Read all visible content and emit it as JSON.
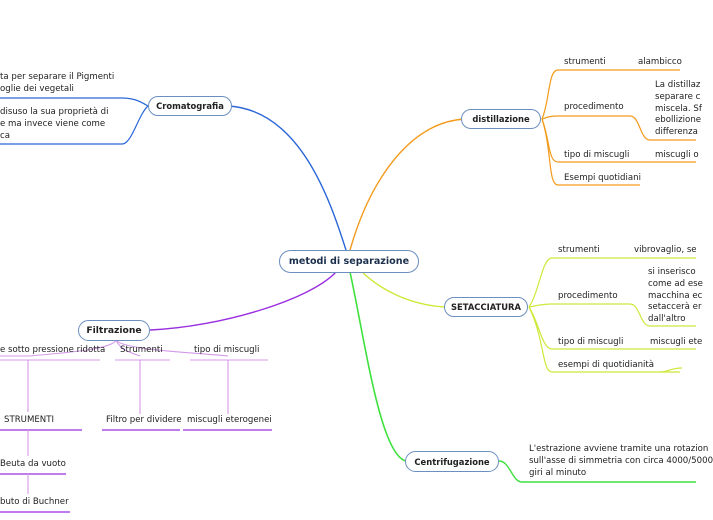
{
  "central": "metodi di separazione",
  "cromatografia": {
    "title": "Cromatografia",
    "items": [
      [
        "ta per separare il Pigmenti",
        "oglie dei vegetali"
      ],
      [
        "disuso la sua proprietà di",
        "e ma invece viene come",
        "ca"
      ]
    ]
  },
  "distillazione": {
    "title": "distillazione",
    "strumenti": "strumenti",
    "alambicco": "alambicco",
    "procedimento": "procedimento",
    "proc_text": [
      "La distillaz",
      "separare c",
      "miscela. Sf",
      "ebollizione",
      "differenza"
    ],
    "tipo": "tipo di miscugli",
    "tipo_val": "miscugli o",
    "esempi": "Esempi quotidiani"
  },
  "setacciatura": {
    "title": "SETACCIATURA",
    "strumenti": "strumenti",
    "strumenti_val": "vibrovaglio, se",
    "procedimento": "procedimento",
    "proc_text": [
      "si inserisco",
      "come ad ese",
      "macchina ec",
      "setaccerà er",
      "dall'altro"
    ],
    "tipo": "tipo di miscugli",
    "tipo_val": "miscugli ete",
    "esempi": "esempi di quotidianità"
  },
  "centrifugazione": {
    "title": "Centrifugazione",
    "text": [
      "L'estrazione avviene tramite una rotazion",
      "sull'asse di simmetria con circa 4000/5000",
      "giri al minuto"
    ]
  },
  "filtrazione": {
    "title": "Filtrazione",
    "c1": "e sotto pressione ridotta",
    "c1_sub": "STRUMENTI",
    "c1_items": [
      "Beuta da vuoto",
      "buto di Buchner"
    ],
    "c2": "Strumenti",
    "c2_val": "Filtro per dividere",
    "c3": "tipo di miscugli",
    "c3_val": "miscugli eterogenei"
  },
  "colors": {
    "central_border": "#6c8fbf",
    "blue_branch": "#2a66d8",
    "orange_branch": "#f39a1b",
    "lime_branch": "#cfe83a",
    "green_branch": "#3ee03e",
    "purple_branch": "#9a2fe0",
    "purple_light": "#d49ae8"
  }
}
